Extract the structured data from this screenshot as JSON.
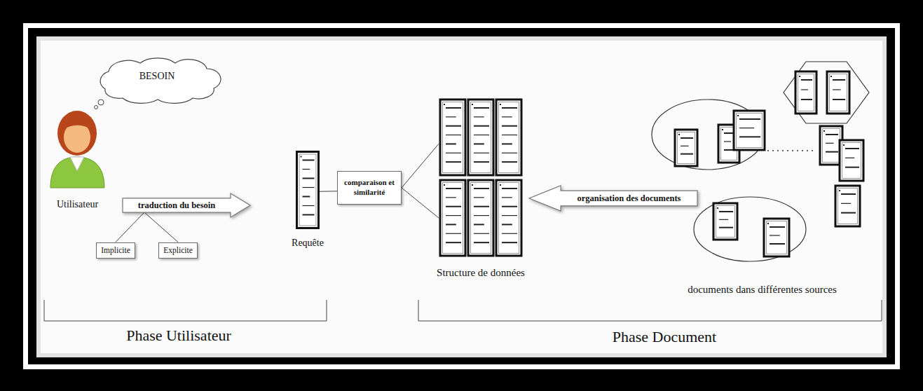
{
  "diagram": {
    "nodes": [
      {
        "text": [
          "BESOIN"
        ]
      },
      {
        "text": [
          "Utilisateur"
        ]
      },
      {
        "text": [
          "traduction du besoin"
        ]
      },
      {
        "text": [
          "Implicite"
        ]
      },
      {
        "text": [
          "Explicite"
        ]
      },
      {
        "text": [
          "Requête"
        ]
      },
      {
        "text": [
          "comparaison et similarité"
        ]
      },
      {
        "text": [
          "Structure de données"
        ]
      },
      {
        "text": [
          "organisation des documents"
        ]
      },
      {
        "text": [
          "documents dans différentes sources"
        ]
      }
    ],
    "edges": [
      {
        "from": 2,
        "to": 3,
        "arrow": "none"
      },
      {
        "from": 2,
        "to": 4,
        "arrow": "none"
      },
      {
        "from": 5,
        "to": 6,
        "arrow": "none"
      },
      {
        "from": 6,
        "to": 7,
        "arrow": "none"
      }
    ],
    "labels": [
      "Phase Utilisateur",
      "Phase Document"
    ]
  }
}
